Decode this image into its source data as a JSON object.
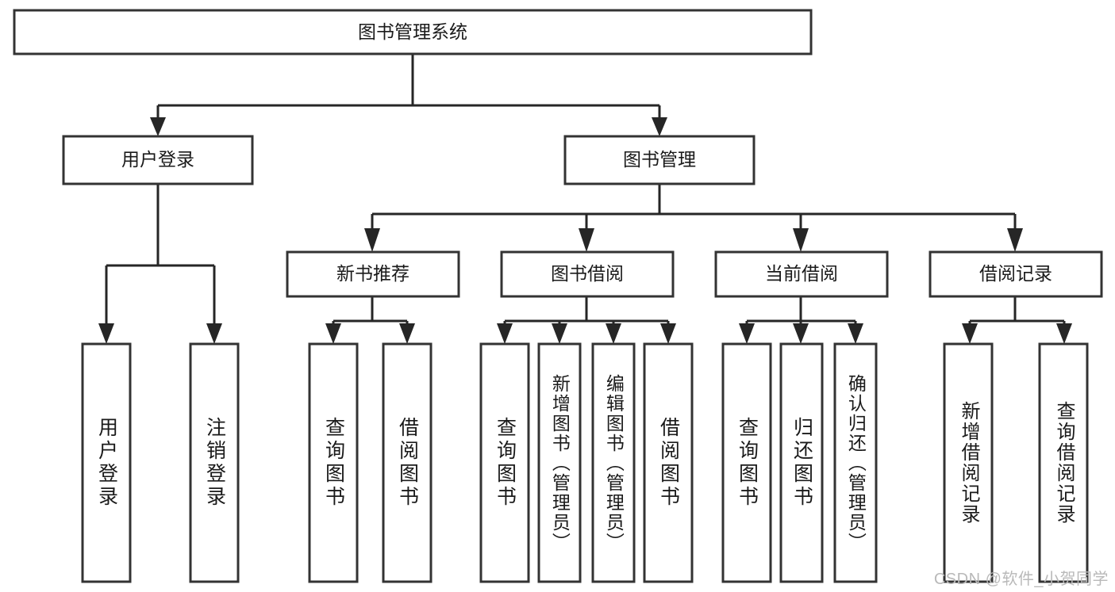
{
  "diagram": {
    "type": "tree-flowchart",
    "title": "图书管理系统",
    "orientation": "top-down",
    "colors": {
      "background": "#ffffff",
      "box_fill": "#ffffff",
      "box_stroke": "#333333",
      "connector": "#262626",
      "text": "#1a1a1a",
      "watermark": "#b9b9b9"
    },
    "root": {
      "label": "图书管理系统"
    },
    "level2": [
      {
        "label": "用户登录"
      },
      {
        "label": "图书管理"
      }
    ],
    "level3": [
      {
        "label": "新书推荐"
      },
      {
        "label": "图书借阅"
      },
      {
        "label": "当前借阅"
      },
      {
        "label": "借阅记录"
      }
    ],
    "leaves": [
      {
        "label": "用户登录",
        "parent": "用户登录"
      },
      {
        "label": "注销登录",
        "parent": "用户登录"
      },
      {
        "label": "查询图书",
        "parent": "新书推荐"
      },
      {
        "label": "借阅图书",
        "parent": "新书推荐"
      },
      {
        "label": "查询图书",
        "parent": "图书借阅"
      },
      {
        "label": "新增图书（管理员）",
        "parent": "图书借阅"
      },
      {
        "label": "编辑图书（管理员）",
        "parent": "图书借阅"
      },
      {
        "label": "借阅图书",
        "parent": "图书借阅"
      },
      {
        "label": "查询图书",
        "parent": "当前借阅"
      },
      {
        "label": "归还图书",
        "parent": "当前借阅"
      },
      {
        "label": "确认归还（管理员）",
        "parent": "当前借阅"
      },
      {
        "label": "新增借阅记录",
        "parent": "借阅记录"
      },
      {
        "label": "查询借阅记录",
        "parent": "借阅记录"
      }
    ]
  },
  "watermark": {
    "text": "CSDN @软件_小贺同学"
  }
}
